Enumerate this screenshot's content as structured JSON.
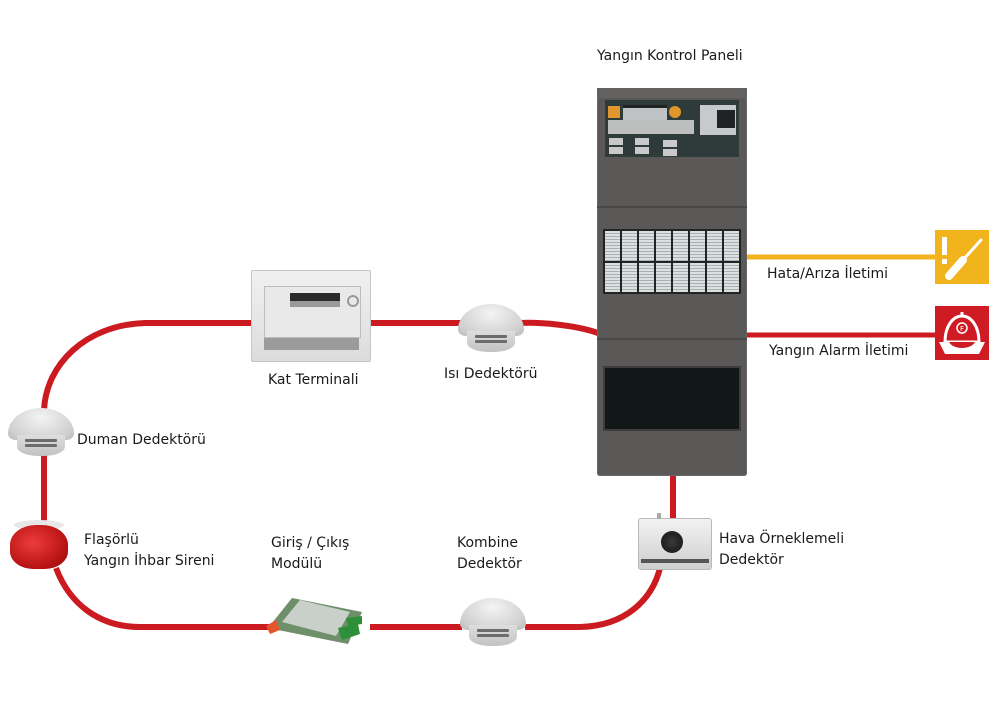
{
  "diagram": {
    "title": "Yangın Kontrol Paneli",
    "colors": {
      "loop_wire": "#cc1a21",
      "fault_wire": "#f2b41c",
      "alarm_wire": "#cc1a21",
      "panel_body": "#5b5858",
      "fault_icon_bg": "#f2b41c",
      "alarm_icon_bg": "#cf1b23"
    },
    "nodes": {
      "panel": {
        "label": "Yangın Kontrol Paneli",
        "icon": "fire-control-panel-icon"
      },
      "kat_terminali": {
        "label": "Kat Terminali",
        "icon": "floor-terminal-icon"
      },
      "isi_dedektoru": {
        "label": "Isı Dedektörü",
        "icon": "heat-detector-icon"
      },
      "duman_dedektoru": {
        "label": "Duman Dedektörü",
        "icon": "smoke-detector-icon"
      },
      "siren": {
        "label_lines": [
          "Flaşörlü",
          "Yangın İhbar Sireni"
        ],
        "icon": "flashing-siren-icon"
      },
      "modul": {
        "label_lines": [
          "Giriş / Çıkış",
          "Modülü"
        ],
        "icon": "io-module-icon"
      },
      "kombine": {
        "label_lines": [
          "Kombine",
          "Dedektör"
        ],
        "icon": "combined-detector-icon"
      },
      "hava": {
        "label_lines": [
          "Hava Örneklemeli",
          "Dedektör"
        ],
        "icon": "aspirating-detector-icon"
      }
    },
    "outputs": {
      "fault": {
        "label": "Hata/Arıza İletimi",
        "icon": "fault-wrench-icon"
      },
      "alarm": {
        "label": "Yangın Alarm İletimi",
        "icon": "firefighter-helmet-icon"
      }
    },
    "edges": [
      [
        "panel",
        "isi_dedektoru"
      ],
      [
        "isi_dedektoru",
        "kat_terminali"
      ],
      [
        "kat_terminali",
        "duman_dedektoru"
      ],
      [
        "duman_dedektoru",
        "siren"
      ],
      [
        "siren",
        "modul"
      ],
      [
        "modul",
        "kombine"
      ],
      [
        "kombine",
        "hava"
      ],
      [
        "hava",
        "panel"
      ],
      [
        "panel",
        "fault"
      ],
      [
        "panel",
        "alarm"
      ]
    ]
  }
}
